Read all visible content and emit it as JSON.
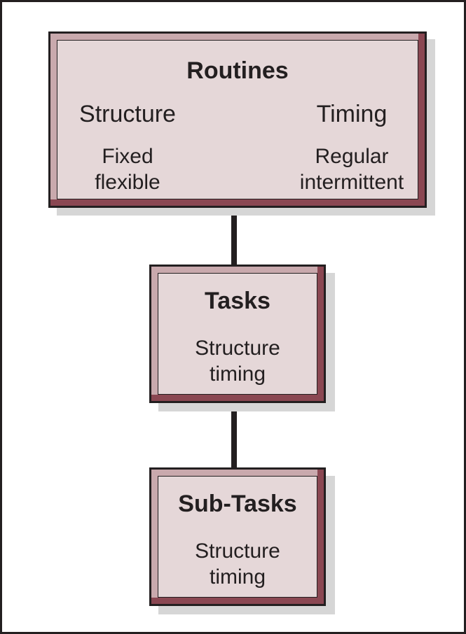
{
  "diagram": {
    "routines": {
      "title": "Routines",
      "structure": {
        "heading": "Structure",
        "line1": "Fixed",
        "line2": "flexible"
      },
      "timing": {
        "heading": "Timing",
        "line1": "Regular",
        "line2": "intermittent"
      }
    },
    "tasks": {
      "title": "Tasks",
      "line1": "Structure",
      "line2": "timing"
    },
    "subtasks": {
      "title": "Sub-Tasks",
      "line1": "Structure",
      "line2": "timing"
    }
  },
  "colors": {
    "box_face": "#e5d7d8",
    "bevel_light": "#c9a9ad",
    "bevel_dark": "#8a4752",
    "shadow": "#d6d6d6",
    "ink": "#231f20"
  }
}
